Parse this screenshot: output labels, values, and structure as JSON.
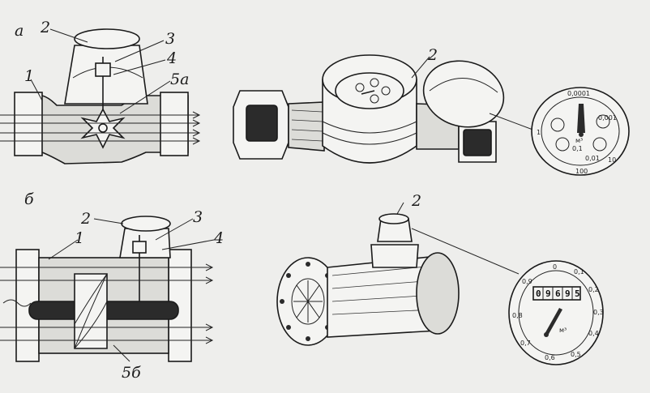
{
  "figure": {
    "panel_a": {
      "letter": "а",
      "callouts": [
        "2",
        "3",
        "4",
        "1",
        "5а"
      ]
    },
    "panel_b": {
      "letter": "б",
      "callouts": [
        "2",
        "3",
        "4",
        "1",
        "5б"
      ]
    },
    "meter_top": {
      "callout": "2"
    },
    "meter_bottom": {
      "callout": "2"
    },
    "dial_small": {
      "ring_labels": [
        "0,0001",
        "0,001",
        "0,01",
        "0,1",
        "100",
        "10",
        "1"
      ],
      "unit": "м³"
    },
    "dial_large": {
      "digits": [
        "0",
        "9",
        "6",
        "9",
        "5"
      ],
      "scale_labels": [
        "0",
        "0,1",
        "0,2",
        "0,3",
        "0,4",
        "0,5",
        "0,6",
        "0,7",
        "0,8",
        "0,9"
      ],
      "unit": "м³"
    }
  }
}
